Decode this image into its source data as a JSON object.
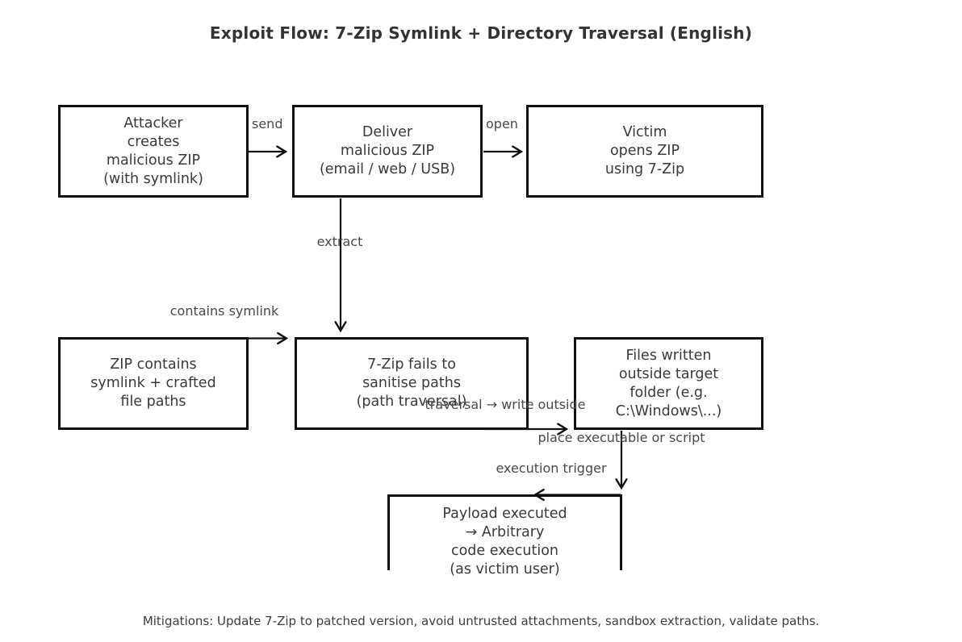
{
  "title": "Exploit Flow: 7-Zip Symlink + Directory Traversal (English)",
  "nodes": {
    "attacker": {
      "label": "Attacker\ncreates\nmalicious ZIP\n(with symlink)"
    },
    "deliver": {
      "label": "Deliver\nmalicious ZIP\n(email / web / USB)"
    },
    "victim": {
      "label": "Victim\nopens ZIP\nusing 7-Zip"
    },
    "zip_contents": {
      "label": "ZIP contains\nsymlink + crafted\nfile paths"
    },
    "vulnerability": {
      "label": "7-Zip fails to\nsanitise paths\n(path traversal)"
    },
    "files_written": {
      "label": "Files written\noutside target\nfolder (e.g.\nC:\\Windows\\...)"
    },
    "payload": {
      "label": "Payload executed\n→ Arbitrary\ncode execution\n(as victim user)"
    }
  },
  "edges": {
    "send": "send",
    "open": "open",
    "extract": "extract",
    "contains_symlink": "contains symlink",
    "traversal_write_outside": "traversal → write outside",
    "place_executable": "place executable or script",
    "execution_trigger": "execution trigger"
  },
  "footer": "Mitigations: Update 7-Zip to patched version, avoid untrusted attachments, sandbox extraction, validate paths.",
  "colors": {
    "background": "#ffffff",
    "box_border": "#111111",
    "box_fill": "#ffffff",
    "box_text": "#3a3a3a",
    "edge_label_text": "#4a4a4a",
    "arrow": "#111111",
    "title_text": "#333333"
  }
}
